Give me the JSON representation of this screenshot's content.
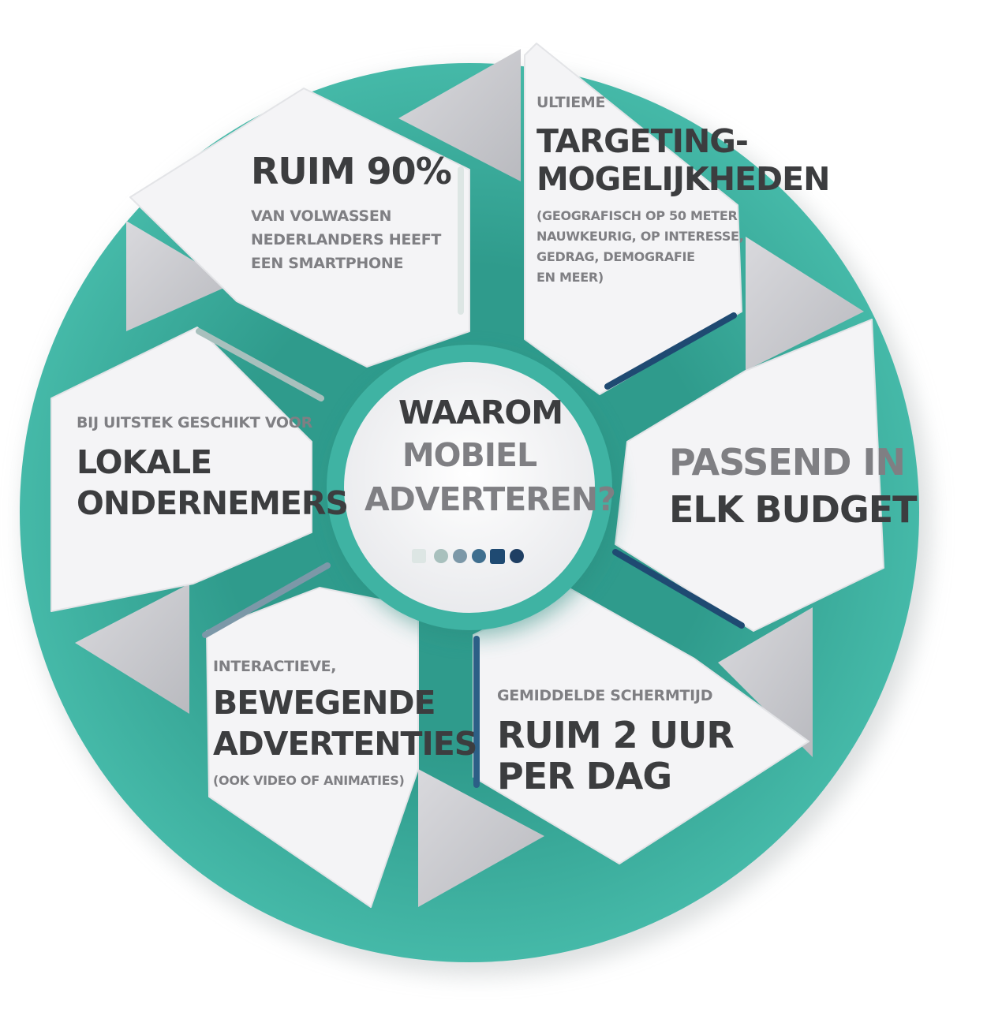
{
  "colors": {
    "ring": "#3fb3a3",
    "ring_dark": "#2f9b8c",
    "panel": "#f4f4f6",
    "panel_shade": "#cfcfd3",
    "text_dark": "#3c3d3f",
    "text_grey": "#7f7f83",
    "bar_navy": "#1f4a72",
    "bar_blue": "#2c5f86",
    "bar_slate": "#7c98a8",
    "bar_sage": "#a8c0bd",
    "bar_light": "#dde6e4"
  },
  "center": {
    "line1": "WAAROM",
    "line2": "MOBIEL",
    "line3": "ADVERTEREN?"
  },
  "segments": {
    "smartphone": {
      "headline": "RUIM 90%",
      "line1": "VAN VOLWASSEN",
      "line2": "NEDERLANDERS HEEFT",
      "line3": "EEN SMARTPHONE"
    },
    "targeting": {
      "pre": "ULTIEME",
      "headline1": "TARGETING-",
      "headline2": "MOGELIJKHEDEN",
      "detail1": "(GEOGRAFISCH OP 50 METER",
      "detail2": "NAUWKEURIG, OP INTERESSE,",
      "detail3": "GEDRAG, DEMOGRAFIE",
      "detail4": "EN MEER)"
    },
    "budget": {
      "line1": "PASSEND IN",
      "line2": "ELK BUDGET"
    },
    "screentime": {
      "pre": "GEMIDDELDE SCHERMTIJD",
      "headline1": "RUIM 2 UUR",
      "headline2": "PER DAG"
    },
    "interactive": {
      "pre": "INTERACTIEVE,",
      "headline1": "BEWEGENDE",
      "headline2": "ADVERTENTIES",
      "detail": "(OOK VIDEO OF ANIMATIES)"
    },
    "local": {
      "pre": "BIJ UITSTEK GESCHIKT VOOR",
      "headline1": "LOKALE",
      "headline2": "ONDERNEMERS"
    }
  }
}
